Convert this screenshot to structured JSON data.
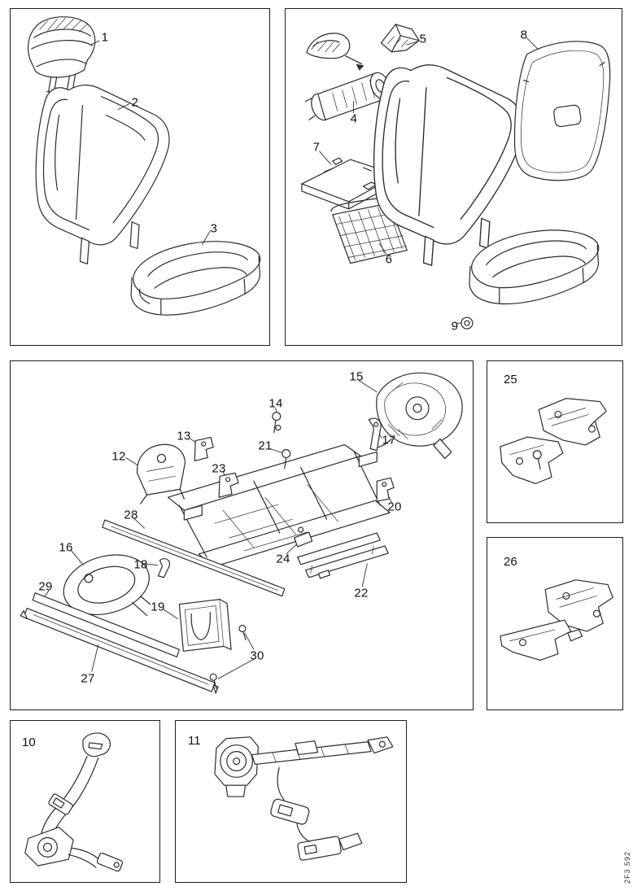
{
  "document": {
    "stamp": "2F3 592"
  },
  "colors": {
    "line": "#2a2a2a",
    "background": "#ffffff",
    "panel_border": "#1c1c1c"
  },
  "panels": {
    "seat": {
      "callouts": [
        {
          "n": "1"
        },
        {
          "n": "2"
        },
        {
          "n": "3"
        }
      ]
    },
    "backrest_parts": {
      "callouts": [
        {
          "n": "4"
        },
        {
          "n": "5"
        },
        {
          "n": "6"
        },
        {
          "n": "7"
        },
        {
          "n": "8"
        },
        {
          "n": "9"
        }
      ]
    },
    "frame": {
      "callouts": [
        {
          "n": "12"
        },
        {
          "n": "13"
        },
        {
          "n": "14"
        },
        {
          "n": "15"
        },
        {
          "n": "16"
        },
        {
          "n": "17"
        },
        {
          "n": "18"
        },
        {
          "n": "19"
        },
        {
          "n": "20"
        },
        {
          "n": "21"
        },
        {
          "n": "22"
        },
        {
          "n": "23"
        },
        {
          "n": "24"
        },
        {
          "n": "27"
        },
        {
          "n": "28"
        },
        {
          "n": "29"
        },
        {
          "n": "30"
        }
      ]
    },
    "bracket_set_upper": {
      "label": "25"
    },
    "bracket_set_lower": {
      "label": "26"
    },
    "seat_belt_front": {
      "label": "10"
    },
    "seat_belt_assembly": {
      "label": "11"
    }
  }
}
